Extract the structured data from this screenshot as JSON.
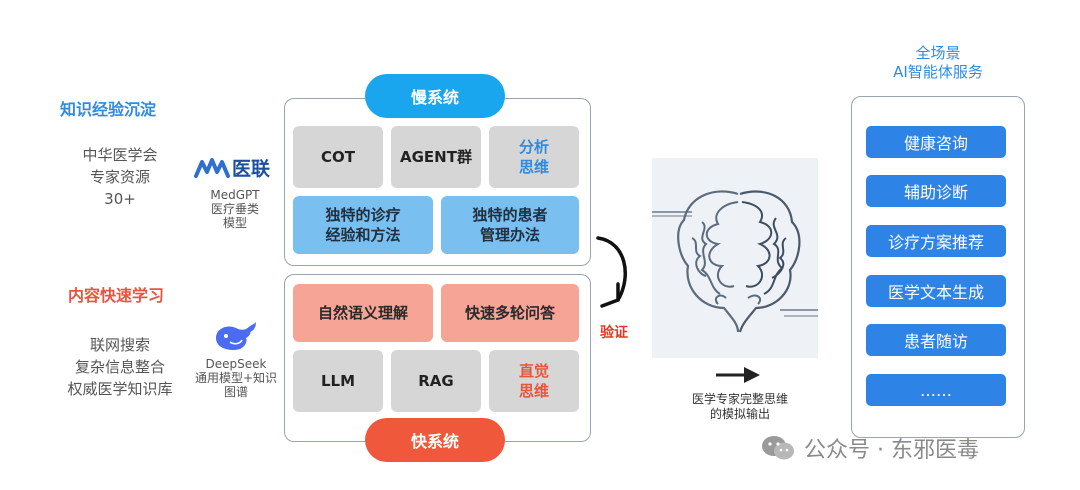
{
  "left": {
    "knowledge_title": "知识经验沉淀",
    "knowledge_lines": [
      "中华医学会",
      "专家资源",
      "30+"
    ],
    "medlink_logo": "医联",
    "medgpt_lines": [
      "MedGPT",
      "医疗垂类",
      "模型"
    ],
    "content_title": "内容快速学习",
    "content_lines": [
      "联网搜索",
      "复杂信息整合",
      "权威医学知识库"
    ],
    "deepseek_lines": [
      "DeepSeek",
      "通用模型+知识",
      "图谱"
    ]
  },
  "slow": {
    "label": "慢系统",
    "cells": [
      "COT",
      "AGENT群",
      "分析\n思维",
      "独特的诊疗\n经验和方法",
      "独特的患者\n管理办法"
    ]
  },
  "fast": {
    "label": "快系统",
    "cells": [
      "自然语义理解",
      "快速多轮问答",
      "LLM",
      "RAG",
      "直觉\n思维"
    ]
  },
  "verify_label": "验证",
  "brain_caption": [
    "医学专家完整思维",
    "的模拟输出"
  ],
  "right": {
    "title_lines": [
      "全场景",
      "AI智能体服务"
    ],
    "services": [
      "健康咨询",
      "辅助诊断",
      "诊疗方案推荐",
      "医学文本生成",
      "患者随访",
      "……"
    ]
  },
  "watermark": "公众号 · 东邪医毒",
  "colors": {
    "blue_accent": "#2e84e6",
    "title_blue": "#2f8be0",
    "title_red": "#e8553e",
    "pink_cell": "#f5a496",
    "light_blue_cell": "#79bff0",
    "gray_cell": "#d6d6d6"
  }
}
